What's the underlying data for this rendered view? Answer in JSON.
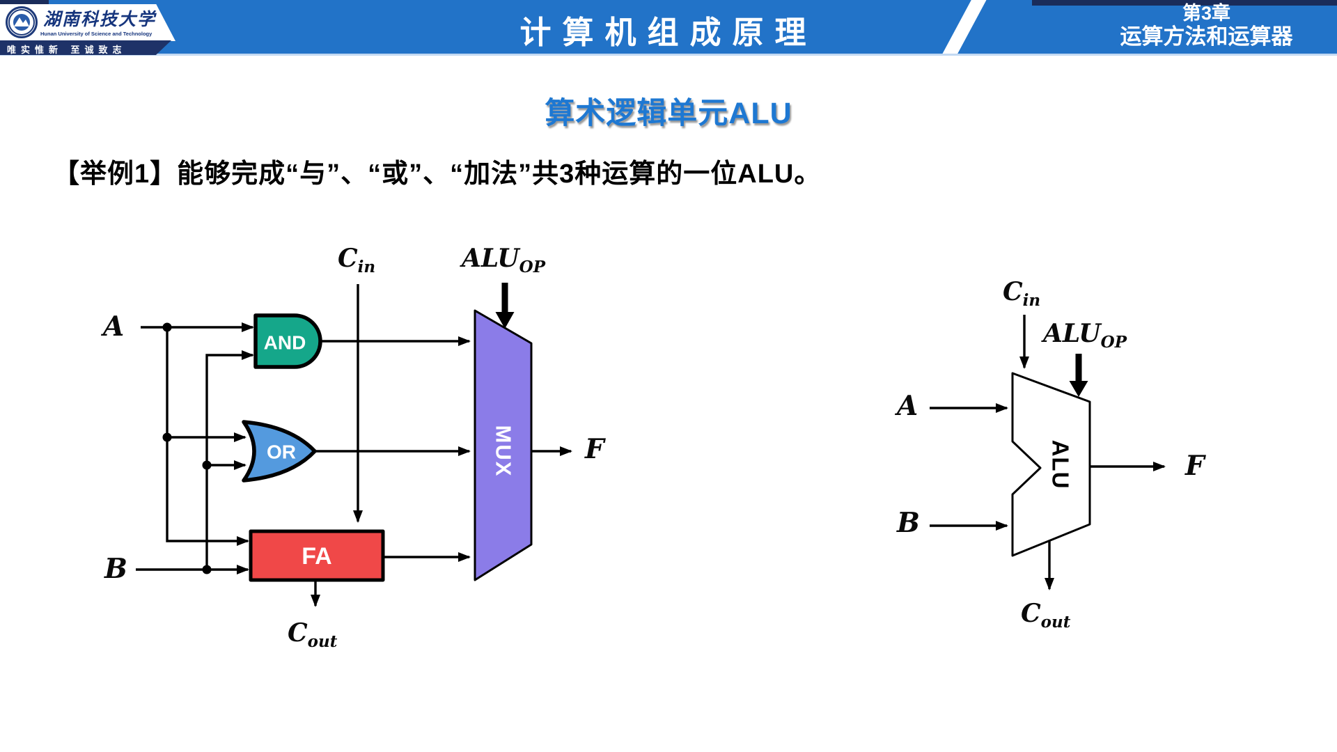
{
  "header": {
    "logo": {
      "university_cn": "湖南科技大学",
      "university_en": "Hunan University of Science and Technology",
      "motto": "唯实惟新  至诚致志"
    },
    "course_title": "计算机组成原理",
    "chapter_line1": "第3章",
    "chapter_line2": "运算方法和运算器"
  },
  "slide": {
    "title": "算术逻辑单元ALU",
    "example_text": "【举例1】能够完成“与”、“或”、“加法”共3种运算的一位ALU。"
  },
  "left_diagram": {
    "gates": {
      "and": "AND",
      "or": "OR",
      "fa": "FA",
      "mux": "MUX"
    },
    "labels": {
      "a": "A",
      "b": "B",
      "f": "F",
      "cin_main": "C",
      "cin_sub": "in",
      "cout_main": "C",
      "cout_sub": "out",
      "aluop_main": "ALU",
      "aluop_sub": "OP"
    }
  },
  "right_diagram": {
    "alu_label": "ALU",
    "labels": {
      "a": "A",
      "b": "B",
      "f": "F",
      "cin_main": "C",
      "cin_sub": "in",
      "cout_main": "C",
      "cout_sub": "out",
      "aluop_main": "ALU",
      "aluop_sub": "OP"
    }
  },
  "colors": {
    "header_blue": "#2273c8",
    "navy": "#1a2c5a",
    "navy_strip": "#1e3268",
    "title_blue": "#1e78d2",
    "and_teal": "#15a78a",
    "or_blue": "#549ade",
    "fa_red": "#f04848",
    "mux_purple": "#8b7ce8",
    "wire_black": "#000000"
  }
}
